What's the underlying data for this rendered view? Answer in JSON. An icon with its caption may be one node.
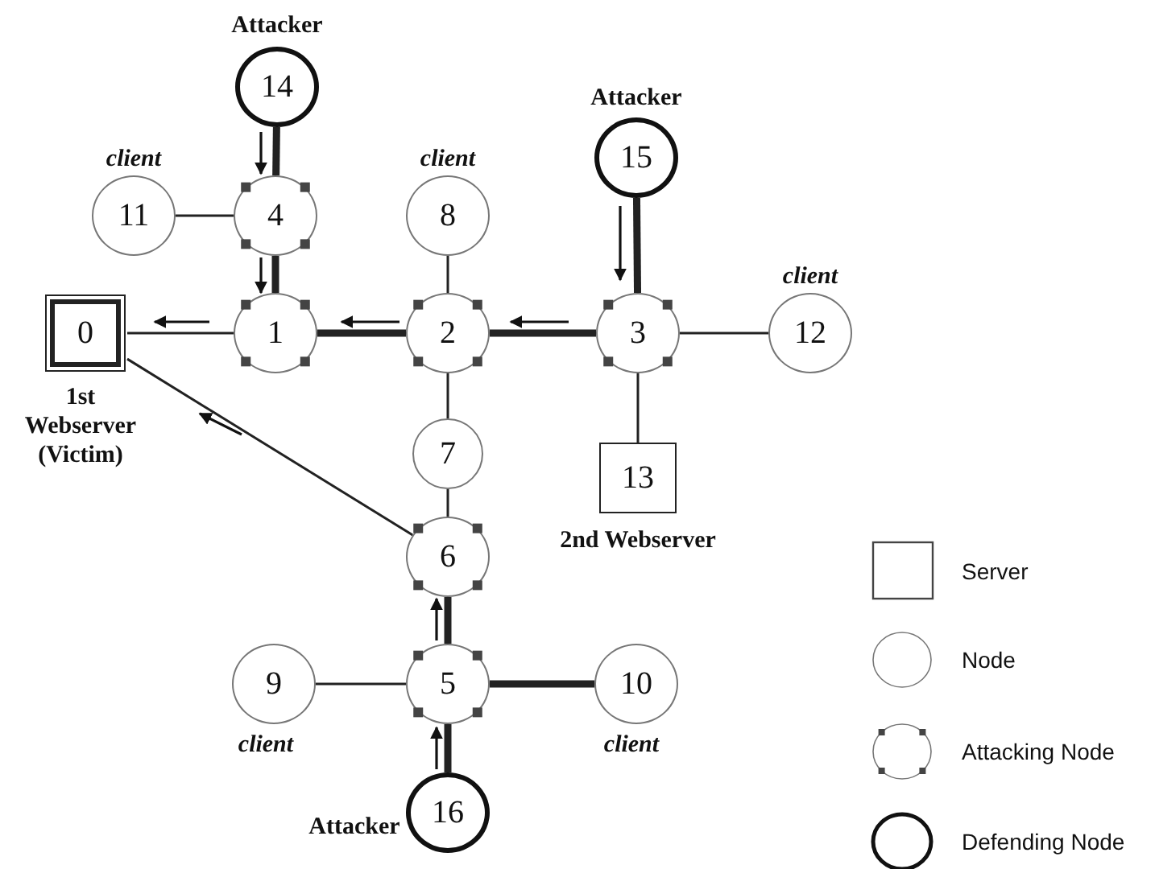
{
  "diagram": {
    "nodes": [
      {
        "text": [
          "0"
        ],
        "beside": [
          "1st Webserver (Victim)"
        ]
      },
      {
        "text": [
          "1"
        ]
      },
      {
        "text": [
          "2"
        ]
      },
      {
        "text": [
          "3"
        ]
      },
      {
        "text": [
          "4"
        ]
      },
      {
        "text": [
          "5"
        ]
      },
      {
        "text": [
          "6"
        ]
      },
      {
        "text": [
          "7"
        ]
      },
      {
        "text": [
          "8"
        ],
        "beside": [
          "client"
        ]
      },
      {
        "text": [
          "9"
        ],
        "beside": [
          "client"
        ]
      },
      {
        "text": [
          "10"
        ],
        "beside": [
          "client"
        ]
      },
      {
        "text": [
          "11"
        ],
        "beside": [
          "client"
        ]
      },
      {
        "text": [
          "12"
        ],
        "beside": [
          "client"
        ]
      },
      {
        "text": [
          "13"
        ],
        "beside": [
          "2nd Webserver"
        ]
      },
      {
        "text": [
          "14"
        ],
        "beside": [
          "Attacker"
        ]
      },
      {
        "text": [
          "15"
        ],
        "beside": [
          "Attacker"
        ]
      },
      {
        "text": [
          "16"
        ],
        "beside": [
          "Attacker"
        ]
      }
    ],
    "edges": [
      {
        "from": 14,
        "to": 4,
        "arrow": "none",
        "style": "thick"
      },
      {
        "from": 11,
        "to": 4,
        "arrow": "none"
      },
      {
        "from": 4,
        "to": 1,
        "arrow": "none",
        "style": "thick"
      },
      {
        "from": 1,
        "to": 0,
        "arrow": "none"
      },
      {
        "from": 2,
        "to": 1,
        "arrow": "none",
        "style": "thick"
      },
      {
        "from": 8,
        "to": 2,
        "arrow": "none"
      },
      {
        "from": 3,
        "to": 2,
        "arrow": "none",
        "style": "thick"
      },
      {
        "from": 15,
        "to": 3,
        "arrow": "none",
        "style": "thick"
      },
      {
        "from": 3,
        "to": 12,
        "arrow": "none"
      },
      {
        "from": 3,
        "to": 13,
        "arrow": "none"
      },
      {
        "from": 2,
        "to": 7,
        "arrow": "none"
      },
      {
        "from": 7,
        "to": 6,
        "arrow": "none"
      },
      {
        "from": 6,
        "to": 0,
        "arrow": "none"
      },
      {
        "from": 5,
        "to": 6,
        "arrow": "none",
        "style": "thick"
      },
      {
        "from": 9,
        "to": 5,
        "arrow": "none"
      },
      {
        "from": 5,
        "to": 10,
        "arrow": "none",
        "style": "thick"
      },
      {
        "from": 16,
        "to": 5,
        "arrow": "none",
        "style": "thick"
      },
      {
        "from": 1,
        "to": 0,
        "arrow": "to"
      },
      {
        "from": 2,
        "to": 1,
        "arrow": "to"
      },
      {
        "from": 3,
        "to": 2,
        "arrow": "to"
      },
      {
        "from": 14,
        "to": 4,
        "arrow": "to"
      },
      {
        "from": 4,
        "to": 1,
        "arrow": "to"
      },
      {
        "from": 15,
        "to": 3,
        "arrow": "to"
      },
      {
        "from": 5,
        "to": 6,
        "arrow": "to"
      },
      {
        "from": 16,
        "to": 5,
        "arrow": "to"
      }
    ],
    "legend": [
      {
        "text": "Server"
      },
      {
        "text": "Node"
      },
      {
        "text": "Attacking Node"
      },
      {
        "text": "Defending Node"
      }
    ]
  }
}
